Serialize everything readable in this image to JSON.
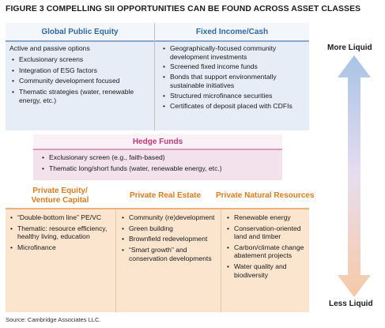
{
  "figure_title": "FIGURE 3  COMPELLING SII OPPORTUNITIES CAN BE FOUND ACROSS ASSET CLASSES",
  "global_public_equity": {
    "title": "Global Public Equity",
    "intro": "Active and passive options",
    "items": [
      "Exclusionary screens",
      "Integration of ESG factors",
      "Community development focused",
      "Thematic strategies (water, renewable energy, etc.)"
    ]
  },
  "fixed_income": {
    "title": "Fixed Income/Cash",
    "items": [
      "Geographically-focused community development investments",
      "Screened fixed income funds",
      "Bonds that support environmentally sustainable initiatives",
      "Structured microfinance securities",
      "Certificates of deposit placed with CDFIs"
    ]
  },
  "hedge_funds": {
    "title": "Hedge Funds",
    "items": [
      "Exclusionary screen (e.g., faith-based)",
      "Thematic long/short funds (water, renewable energy, etc.)"
    ]
  },
  "private_equity": {
    "title_line1": "Private Equity/",
    "title_line2": "Venture Capital",
    "items": [
      "“Double-bottom line” PE/VC",
      "Thematic: resource efficiency, healthy living, education",
      "Microfinance"
    ]
  },
  "private_real_estate": {
    "title": "Private Real Estate",
    "items": [
      "Community (re)development",
      "Green building",
      "Brownfield redevelopment",
      "“Smart growth” and conservation developments"
    ]
  },
  "private_natural_resources": {
    "title": "Private Natural Resources",
    "items": [
      "Renewable energy",
      "Conservation-oriented land and timber",
      "Carbon/climate change abatement projects",
      "Water quality and biodiversity"
    ]
  },
  "liquidity_scale": {
    "top_label": "More Liquid",
    "bottom_label": "Less Liquid",
    "top_color": "#a9c3e6",
    "bottom_color": "#f6c9a6"
  },
  "colors": {
    "blue_header": "#2f6aa6",
    "pink_header": "#c4397a",
    "orange_header": "#e07b1c"
  },
  "source": "Source: Cambridge Associates LLC.",
  "bullet_char": "•"
}
